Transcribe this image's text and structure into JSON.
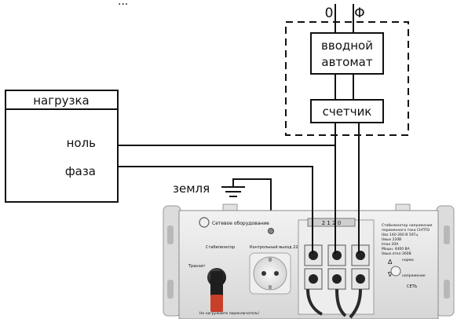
{
  "top_caption": "...",
  "inputs": {
    "zero": "0",
    "phase": "Φ"
  },
  "breaker": {
    "line1": "вводной",
    "line2": "автомат"
  },
  "meter": "счетчик",
  "load": {
    "title": "нагрузка",
    "neutral": "ноль",
    "phase": "фаза"
  },
  "ground": "земля",
  "stabilizer": {
    "brand": "Сетевое оборудование",
    "switch_top": "Стабилизатор",
    "switch_left": "Транзит",
    "switch_note": "Не нагружайте переключатель!",
    "socket_label": "Контрольный выход 220В",
    "display": "2 1 2 0",
    "spec_lines": [
      "Стабилизатор напряжения",
      "переменного тока СНПТО",
      "Uвх 140-260 В 50Гц",
      "Uвых 220В",
      "Imax 20А",
      "Мощн. 4400 ВА",
      "Uвых.откл 260В"
    ],
    "btn_up": "Δ",
    "btn_down": "∇",
    "btn_label_up": "норма",
    "btn_label_down": "напряжение",
    "reset_label": "СЕТЬ"
  }
}
